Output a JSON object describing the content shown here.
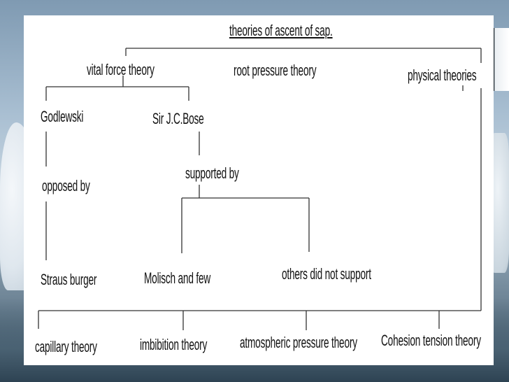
{
  "title": "theories of ascent of sap.",
  "level1": {
    "vital_force": "vital force theory",
    "root_pressure": "root pressure theory",
    "physical": "physical theories"
  },
  "vital_branch": {
    "godlewski": "Godlewski",
    "bose": "Sir J.C.Bose",
    "opposed_by": "opposed by",
    "supported_by": "supported by",
    "straus_burger": "Straus burger",
    "molisch": "Molisch and few",
    "others": "others did not support"
  },
  "physical_branch": {
    "capillary": "capillary theory",
    "imbibition": "imbibition theory",
    "atmospheric": "atmospheric pressure theory",
    "cohesion": "Cohesion tension theory"
  }
}
